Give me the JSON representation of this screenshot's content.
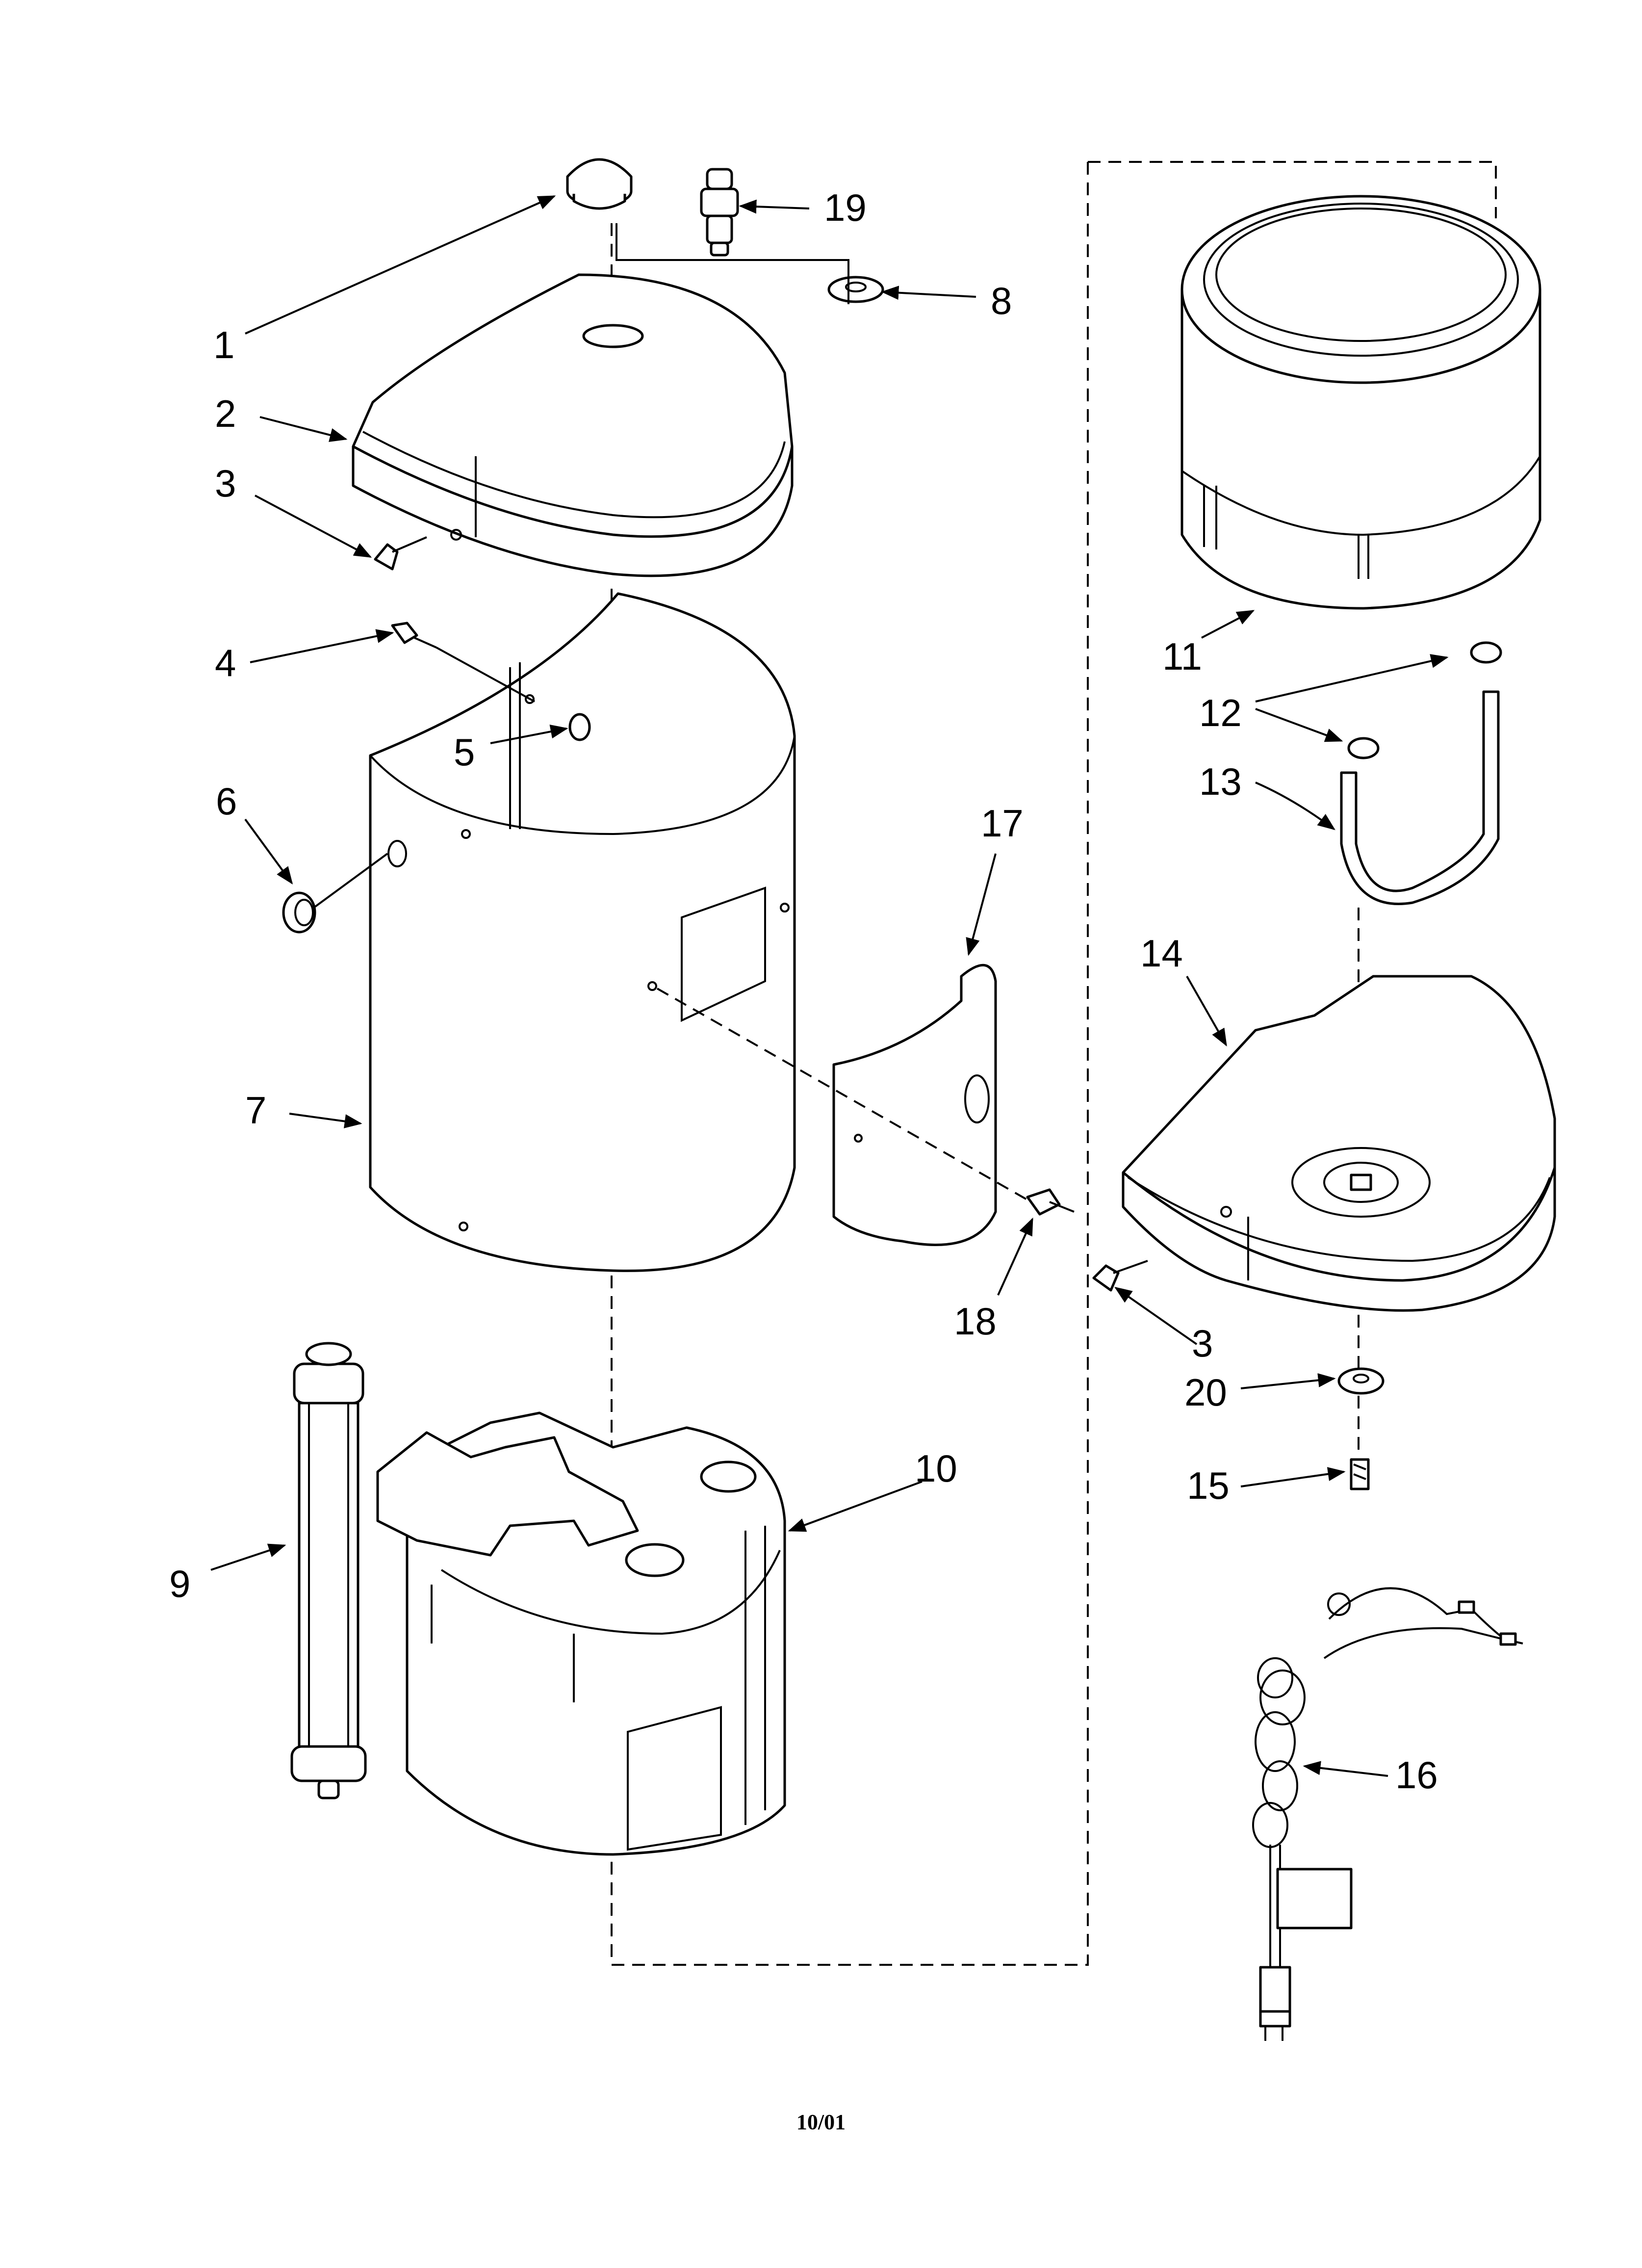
{
  "parts": {
    "p1": "1",
    "p2": "2",
    "p3a": "3",
    "p3b": "3",
    "p4": "4",
    "p5": "5",
    "p6": "6",
    "p7": "7",
    "p8": "8",
    "p9": "9",
    "p10": "10",
    "p11": "11",
    "p12": "12",
    "p13": "13",
    "p14": "14",
    "p15": "15",
    "p16": "16",
    "p17": "17",
    "p18": "18",
    "p19": "19",
    "p20": "20"
  },
  "footer": {
    "date": "10/01"
  }
}
